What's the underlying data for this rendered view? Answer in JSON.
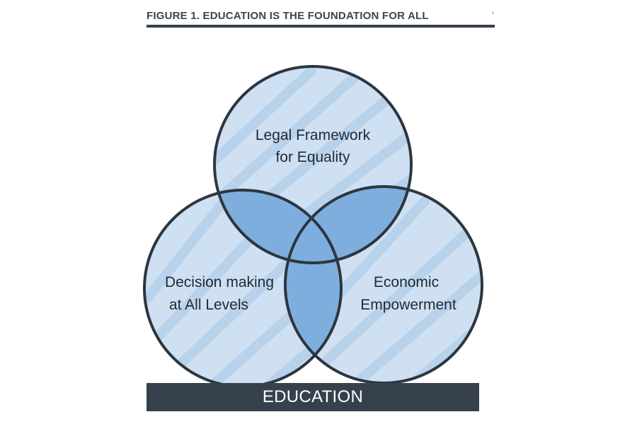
{
  "figure": {
    "title": "FIGURE 1.  EDUCATION IS THE FOUNDATION FOR ALL"
  },
  "circles": {
    "top": {
      "line1": "Legal Framework",
      "line2": "for Equality"
    },
    "left": {
      "line1": "Decision making",
      "line2": "at All Levels"
    },
    "right": {
      "line1": "Economic",
      "line2": "Empowerment"
    }
  },
  "base": {
    "label": "EDUCATION"
  },
  "colors": {
    "fill_light": "#bcd4ec",
    "fill_overlap": "#6fa3d6",
    "outline": "#2c3640",
    "bar": "#36414c"
  }
}
